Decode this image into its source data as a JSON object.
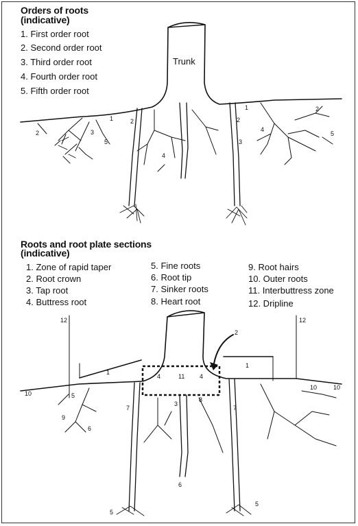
{
  "section1": {
    "title_line1": "Orders of roots",
    "title_line2": "(indicative)",
    "items": [
      "1.  First order root",
      "2.  Second order root",
      "3.  Third order root",
      "4.   Fourth order root",
      "5.   Fifth order root"
    ],
    "trunk_label": "Trunk",
    "order_labels": [
      "1",
      "2",
      "3",
      "4",
      "5"
    ]
  },
  "section2": {
    "title_line1": "Roots and root plate sections",
    "title_line2": "(indicative)",
    "col1": [
      "1.   Zone of rapid taper",
      "2.  Root crown",
      "3.  Tap root",
      "4.  Buttress root"
    ],
    "col2": [
      "5.  Fine roots",
      "6.   Root tip",
      "7.  Sinker roots",
      "8.  Heart root"
    ],
    "col3": [
      "9.   Root hairs",
      "10.  Outer roots",
      "11.   Interbuttress zone",
      "12.   Dripline"
    ],
    "zone_labels": [
      "1",
      "2",
      "3",
      "4",
      "5",
      "6",
      "7",
      "8",
      "9",
      "10",
      "11",
      "12"
    ]
  }
}
